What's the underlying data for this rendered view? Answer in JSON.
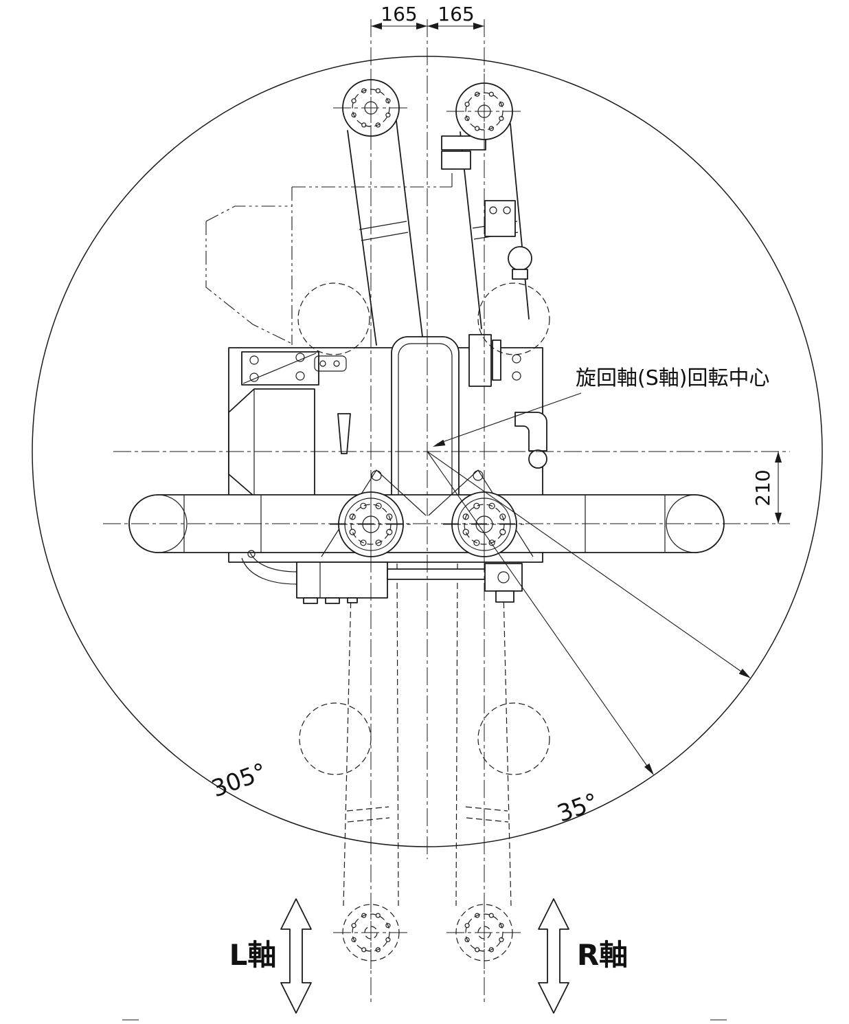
{
  "drawing": {
    "dimensions": {
      "top_left": "165",
      "top_right": "165",
      "side_vertical": "210"
    },
    "annotations": {
      "s_axis_center": "旋回軸(S軸)回転中心",
      "rotation_range": "305°",
      "dead_zone_angle": "35°",
      "l_axis_label": "L軸",
      "r_axis_label": "R軸"
    },
    "colors": {
      "line": "#1a1a1a",
      "background": "#ffffff"
    }
  }
}
